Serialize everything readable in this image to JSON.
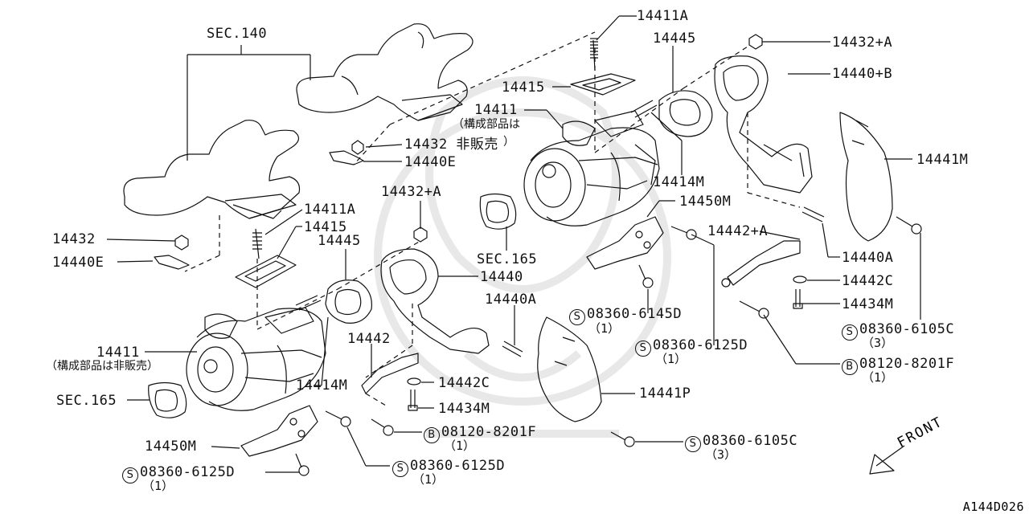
{
  "diagram_id": "A144D026",
  "front_label": "FRONT",
  "labels": {
    "sec140": "SEC.140",
    "p14411a_top": "14411A",
    "p14445_top": "14445",
    "p14432a_top": "14432+A",
    "p14440b": "14440+B",
    "p14415_top": "14415",
    "p14411_top": "14411",
    "note_top_1": "（構成部品は",
    "p14432_np": "14432 非販売",
    "note_top_2": "）",
    "p14440e_top": "14440E",
    "p14441m": "14441M",
    "p14414m_top": "14414M",
    "p14450m_top": "14450M",
    "p14432a_mid": "14432+A",
    "p14411a_left": "14411A",
    "p14432_left": "14432",
    "p14415_left": "14415",
    "p14440e_left": "14440E",
    "p14445_left": "14445",
    "sec165_mid": "SEC.165",
    "p14442a": "14442+A",
    "p14440": "14440",
    "p14440a_right": "14440A",
    "p14442c_right": "14442C",
    "p14440a_mid": "14440A",
    "p14434m_right": "14434M",
    "s6145d": "08360-6145D",
    "s6145d_q": "（1）",
    "s6105c_right": "08360-6105C",
    "s6105c_right_q": "（3）",
    "p14442": "14442",
    "s6125d_mid": "08360-6125D",
    "s6125d_mid_q": "（1）",
    "p14411_left": "14411",
    "note_left": "（構成部品は非販売）",
    "b8201f_right": "08120-8201F",
    "b8201f_right_q": "（1）",
    "p14414m_left": "14414M",
    "p14442c_mid": "14442C",
    "p14441p": "14441P",
    "sec165_left": "SEC.165",
    "p14434m_mid": "14434M",
    "b8201f_mid": "08120-8201F",
    "b8201f_mid_q": "（1）",
    "p14450m_left": "14450M",
    "s6105c_bot": "08360-6105C",
    "s6105c_bot_q": "（3）",
    "s6125d_bot": "08360-6125D",
    "s6125d_bot_q": "（1）",
    "s6125d_left": "08360-6125D",
    "s6125d_left_q": "（1）"
  },
  "symbols": {
    "screw": "S",
    "bolt": "B"
  },
  "colors": {
    "line": "#111111",
    "watermark": "#e6e6e6"
  }
}
